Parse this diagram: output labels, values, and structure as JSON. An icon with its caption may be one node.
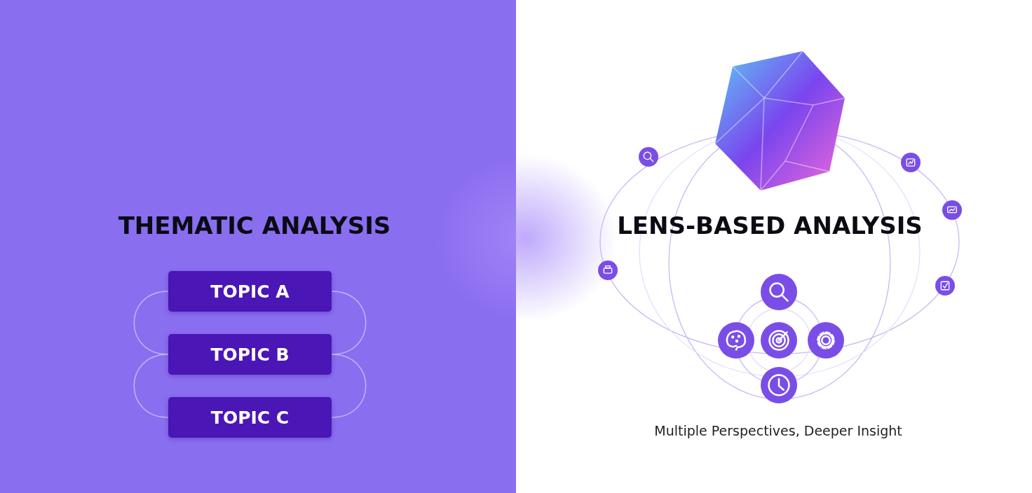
{
  "diagram": {
    "nodes": [
      {
        "text": [
          "TOPIC A"
        ]
      },
      {
        "text": [
          "TOPIC B"
        ]
      },
      {
        "text": [
          "TOPIC C"
        ]
      }
    ],
    "edges": [
      {
        "from": 0,
        "to": 1,
        "arrow": "none"
      },
      {
        "from": 0,
        "to": 1,
        "arrow": "none"
      },
      {
        "from": 1,
        "to": 2,
        "arrow": "none"
      },
      {
        "from": 1,
        "to": 2,
        "arrow": "none"
      }
    ],
    "labels": [
      "THEMATIC ANALYSIS",
      "LENS-BASED ANALYSIS",
      "Multiple Perspectives, Deeper Insight"
    ]
  }
}
